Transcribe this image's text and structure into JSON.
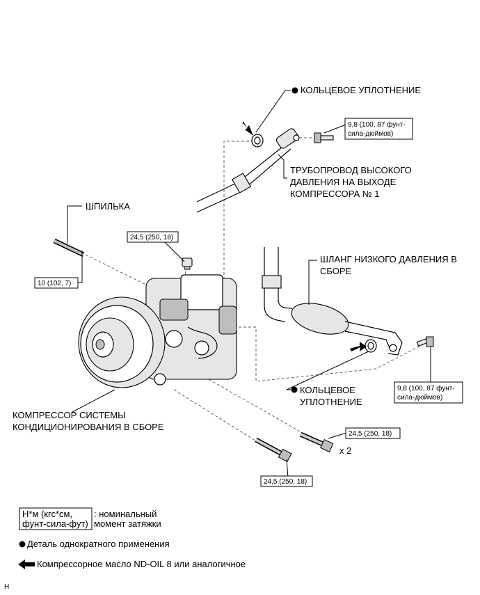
{
  "labels": {
    "oring_top": "КОЛЬЦЕВОЕ УПЛОТНЕНИЕ",
    "torque_top_right_l1": "9,8 (100, 87 фунт-",
    "torque_top_right_l2": "сила-дюймов)",
    "pipe_l1": "ТРУБОПРОВОД ВЫСОКОГО",
    "pipe_l2": "ДАВЛЕНИЯ НА ВЫХОДЕ",
    "pipe_l3": "КОМПРЕССОРА № 1",
    "stud": "ШПИЛЬКА",
    "torque_nut": "24,5 (250, 18)",
    "torque_stud": "10 (102, 7)",
    "hose_l1": "ШЛАНГ НИЗКОГО ДАВЛЕНИЯ В",
    "hose_l2": "СБОРЕ",
    "oring_low_l1": "КОЛЬЦЕВОЕ",
    "oring_low_l2": "УПЛОТНЕНИЕ",
    "torque_low_right_l1": "9,8 (100, 87 фунт-",
    "torque_low_right_l2": "сила-дюймов)",
    "compressor_l1": "КОМПРЕССОР СИСТЕМЫ",
    "compressor_l2": "КОНДИЦИОНИРОВАНИЯ В СБОРЕ",
    "torque_bolt_right": "24,5 (250, 18)",
    "times_two": "x 2",
    "torque_bolt_bottom": "24,5 (250, 18)"
  },
  "legend": {
    "torque_box_l1": "Н*м (кгс*см,",
    "torque_box_l2": "фунт-сила-фут)",
    "torque_desc_l1": ": номинальный",
    "torque_desc_l2": "момент затяжки",
    "nonreusable": "Деталь однократного применения",
    "oil": "Компрессорное масло ND-OIL 8 или аналогичное"
  },
  "corner_mark": "H"
}
